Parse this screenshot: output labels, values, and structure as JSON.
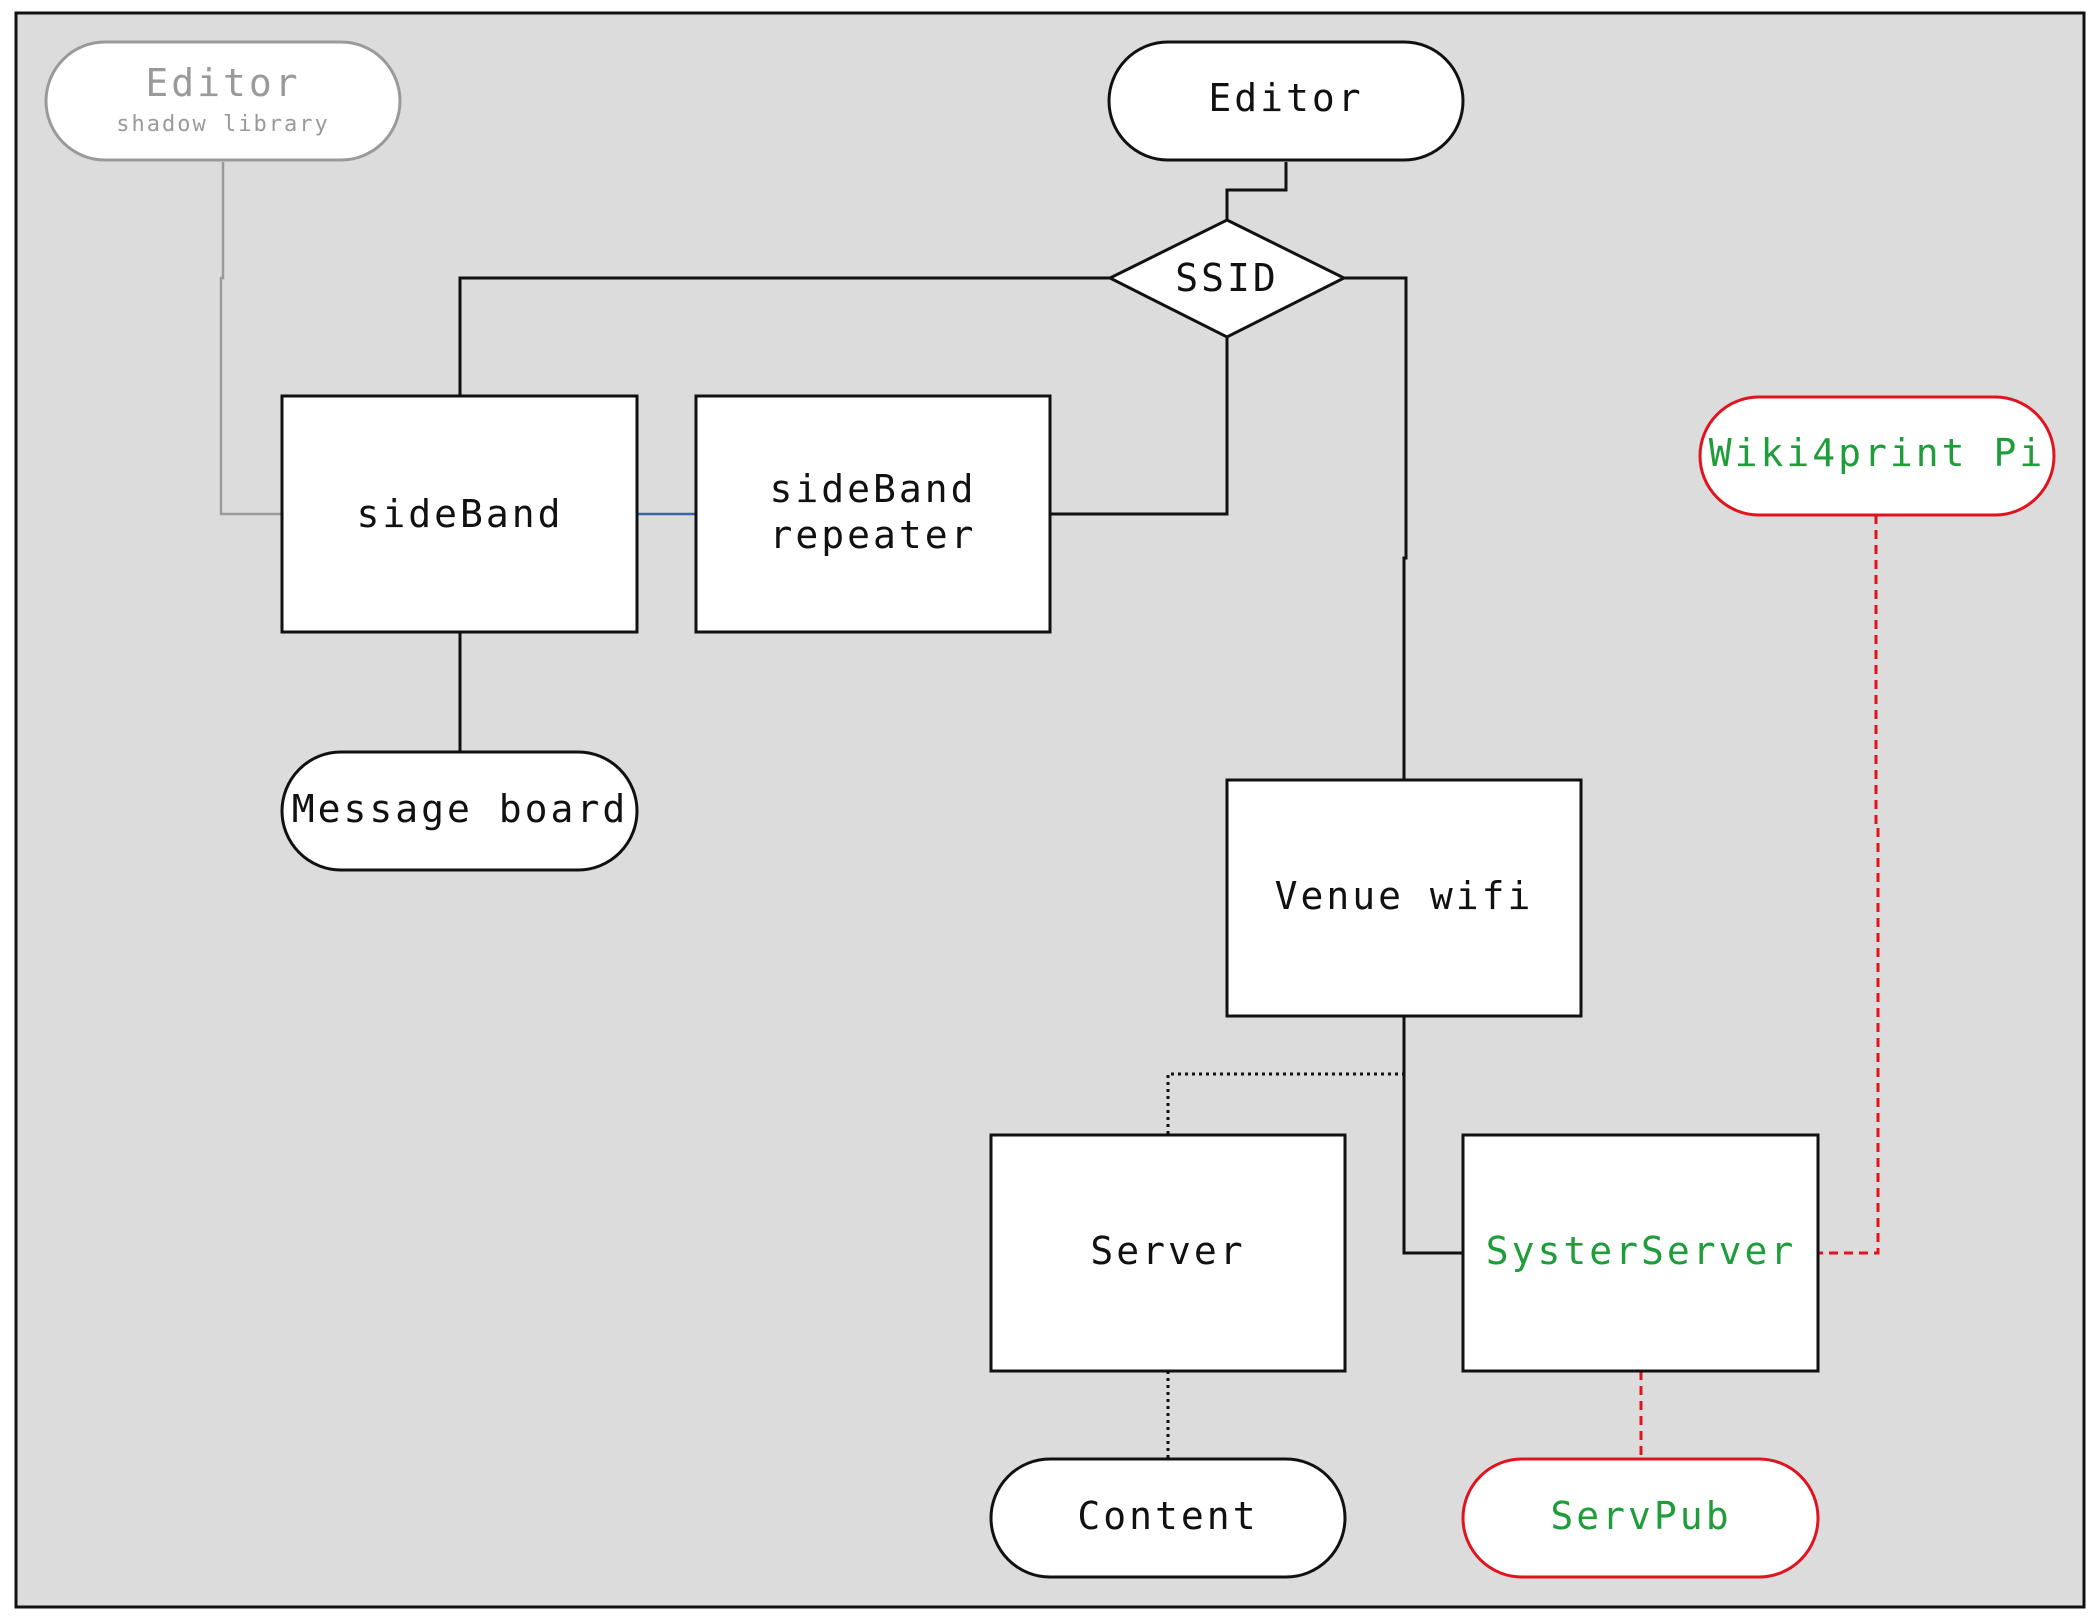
{
  "diagram": {
    "nodes": {
      "editor_shadow": {
        "title": "Editor",
        "subtitle": "shadow library",
        "shape": "pill",
        "style": "faded"
      },
      "editor": {
        "title": "Editor",
        "shape": "pill",
        "style": "normal"
      },
      "ssid": {
        "title": "SSID",
        "shape": "diamond",
        "style": "normal"
      },
      "sideband": {
        "title": "sideBand",
        "shape": "box",
        "style": "normal"
      },
      "sideband_repeater": {
        "line1": "sideBand",
        "line2": "repeater",
        "shape": "box",
        "style": "normal"
      },
      "message_board": {
        "title": "Message board",
        "shape": "pill",
        "style": "normal"
      },
      "wiki4print": {
        "title": "Wiki4print Pi",
        "shape": "pill",
        "style": "highlight"
      },
      "venue_wifi": {
        "title": "Venue wifi",
        "shape": "box",
        "style": "normal"
      },
      "server": {
        "title": "Server",
        "shape": "box",
        "style": "normal"
      },
      "systerserver": {
        "title": "SysterServer",
        "shape": "box",
        "style": "highlight-text"
      },
      "content": {
        "title": "Content",
        "shape": "pill",
        "style": "normal"
      },
      "servpub": {
        "title": "ServPub",
        "shape": "pill",
        "style": "highlight"
      }
    },
    "edges": [
      {
        "from": "editor",
        "to": "ssid",
        "style": "solid"
      },
      {
        "from": "ssid",
        "to": "sideband",
        "style": "solid"
      },
      {
        "from": "ssid",
        "to": "sideband_repeater",
        "style": "solid"
      },
      {
        "from": "ssid",
        "to": "venue_wifi",
        "style": "solid"
      },
      {
        "from": "editor_shadow",
        "to": "sideband",
        "style": "solid-gray"
      },
      {
        "from": "sideband",
        "to": "sideband_repeater",
        "style": "solid-blue"
      },
      {
        "from": "sideband",
        "to": "message_board",
        "style": "solid"
      },
      {
        "from": "venue_wifi",
        "to": "server",
        "style": "dotted"
      },
      {
        "from": "venue_wifi",
        "to": "systerserver",
        "style": "solid"
      },
      {
        "from": "server",
        "to": "content",
        "style": "dotted"
      },
      {
        "from": "systerserver",
        "to": "servpub",
        "style": "dashed-red"
      },
      {
        "from": "wiki4print",
        "to": "systerserver",
        "style": "dashed-red"
      }
    ],
    "colors": {
      "background": "#dcdcdc",
      "stroke": "#111111",
      "faded": "#9a9a9a",
      "highlight_text": "#1f9d3a",
      "highlight_border": "#e0141e",
      "link_blue": "#3a65a8",
      "node_fill": "#ffffff"
    }
  }
}
